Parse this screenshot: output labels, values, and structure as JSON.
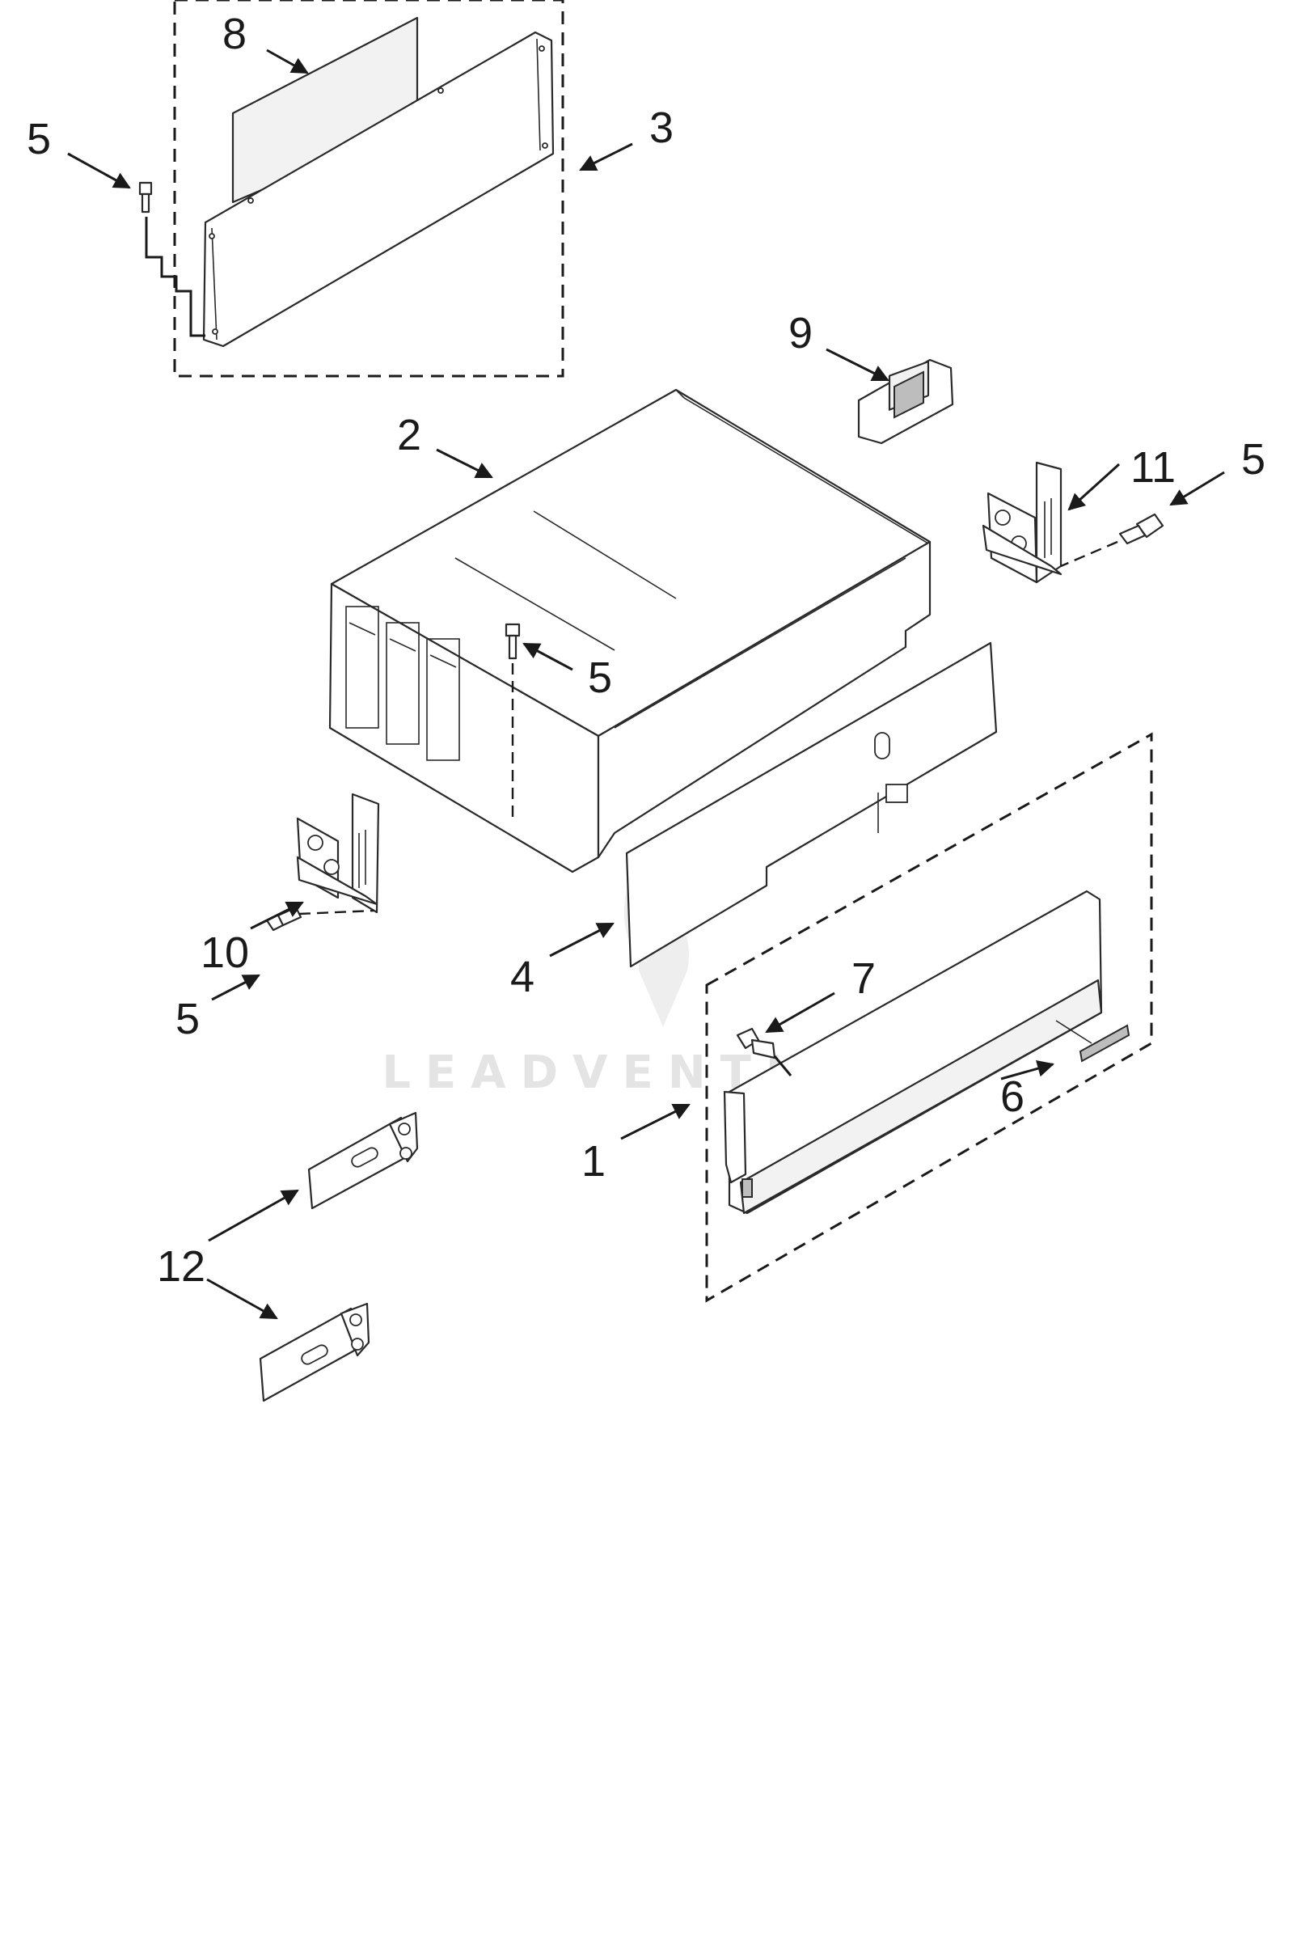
{
  "callouts": [
    {
      "id": "c-8",
      "text": "8"
    },
    {
      "id": "c-5a",
      "text": "5"
    },
    {
      "id": "c-3",
      "text": "3"
    },
    {
      "id": "c-9",
      "text": "9"
    },
    {
      "id": "c-2",
      "text": "2"
    },
    {
      "id": "c-11",
      "text": "11"
    },
    {
      "id": "c-5b",
      "text": "5"
    },
    {
      "id": "c-5c",
      "text": "5"
    },
    {
      "id": "c-10",
      "text": "10"
    },
    {
      "id": "c-5d",
      "text": "5"
    },
    {
      "id": "c-4",
      "text": "4"
    },
    {
      "id": "c-7",
      "text": "7"
    },
    {
      "id": "c-6",
      "text": "6"
    },
    {
      "id": "c-1",
      "text": "1"
    },
    {
      "id": "c-12",
      "text": "12"
    }
  ],
  "watermark": "LEADVENTURE",
  "colors": {
    "line": "#1a1a1a",
    "watermark": "#e4e4e4",
    "background": "#ffffff"
  }
}
